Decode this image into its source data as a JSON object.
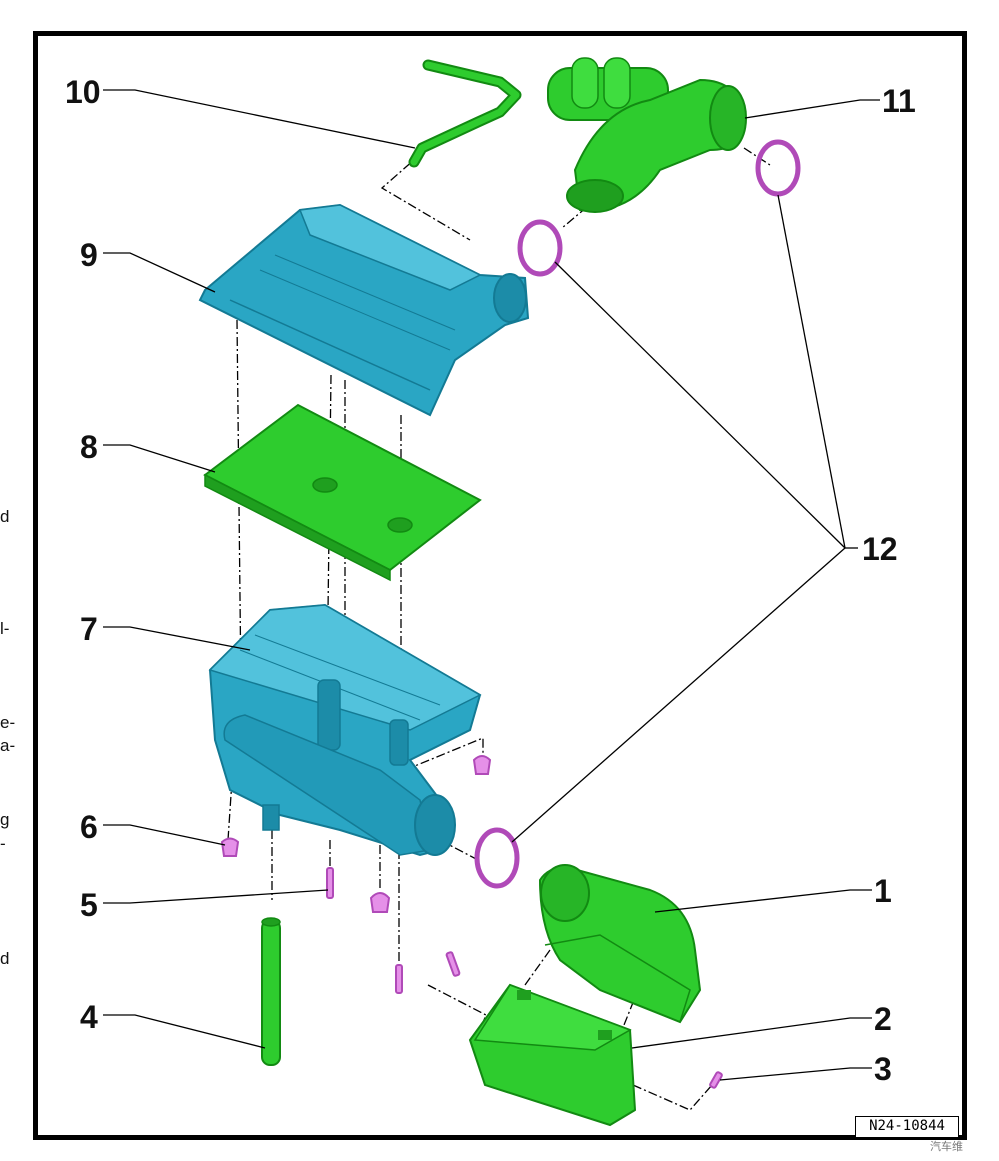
{
  "colors": {
    "blue_part": "#2aa6c4",
    "blue_part_dark": "#137a94",
    "green_part": "#2ecc2e",
    "green_part_dark": "#128a12",
    "clip": "#e590e8",
    "clip_dark": "#b04ab8",
    "line": "#000000"
  },
  "side_text": {
    "t1": "d",
    "t2": "l-",
    "t3": "e-",
    "t4": "a-",
    "t5": "g",
    "t6": "-",
    "t7": "d"
  },
  "callouts": {
    "c1": "1",
    "c2": "2",
    "c3": "3",
    "c4": "4",
    "c5": "5",
    "c6": "6",
    "c7": "7",
    "c8": "8",
    "c9": "9",
    "c10": "10",
    "c11": "11",
    "c12": "12"
  },
  "reference_code": "N24-10844",
  "watermark": "汽车维"
}
